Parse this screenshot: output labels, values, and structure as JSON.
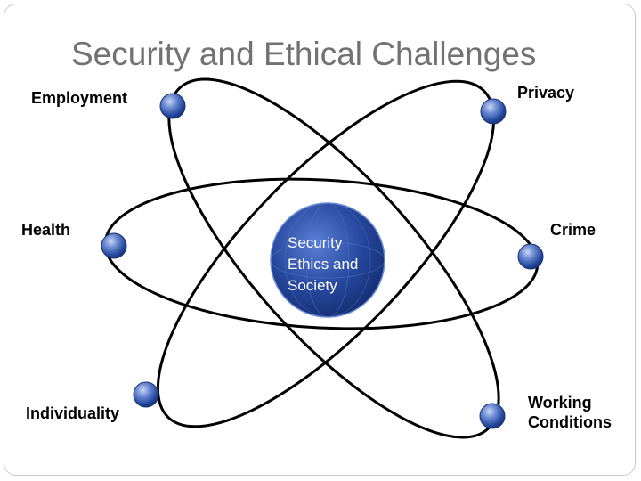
{
  "title": "Security and Ethical Challenges",
  "center": {
    "line1": "Security",
    "line2": "Ethics and",
    "line3": "Society"
  },
  "nodes": {
    "employment": "Employment",
    "privacy": "Privacy",
    "health": "Health",
    "crime": "Crime",
    "individuality": "Individuality",
    "working_line1": "Working",
    "working_line2": "Conditions"
  },
  "colors": {
    "title": "#727272",
    "orbit": "#000000",
    "sphere": "#1e3f8f",
    "sphere_highlight": "#9fb6e8"
  }
}
